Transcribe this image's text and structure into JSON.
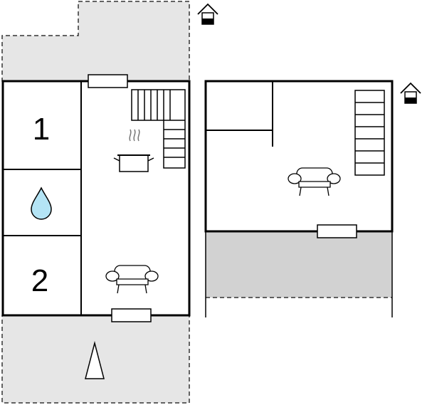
{
  "floor_plan": {
    "ground_floor": {
      "rooms": [
        {
          "label": "1",
          "type": "bedroom"
        },
        {
          "type": "bathroom",
          "icon": "water-drop-icon"
        },
        {
          "label": "2",
          "type": "bedroom"
        }
      ],
      "icons": [
        "stairs-icon",
        "cooking-pot-icon",
        "sofa-icon",
        "house-entrance-icon",
        "north-arrow-icon"
      ],
      "areas": [
        "terrace",
        "garden"
      ]
    },
    "upper_floor": {
      "icons": [
        "ladder-stairs-icon",
        "sofa-icon",
        "house-entrance-icon"
      ],
      "areas": [
        "balcony"
      ]
    },
    "colors": {
      "wall": "#000000",
      "outdoor_area": "#e6e6e6",
      "balcony": "#d2d2d2",
      "water": "#b4e4f5"
    }
  }
}
